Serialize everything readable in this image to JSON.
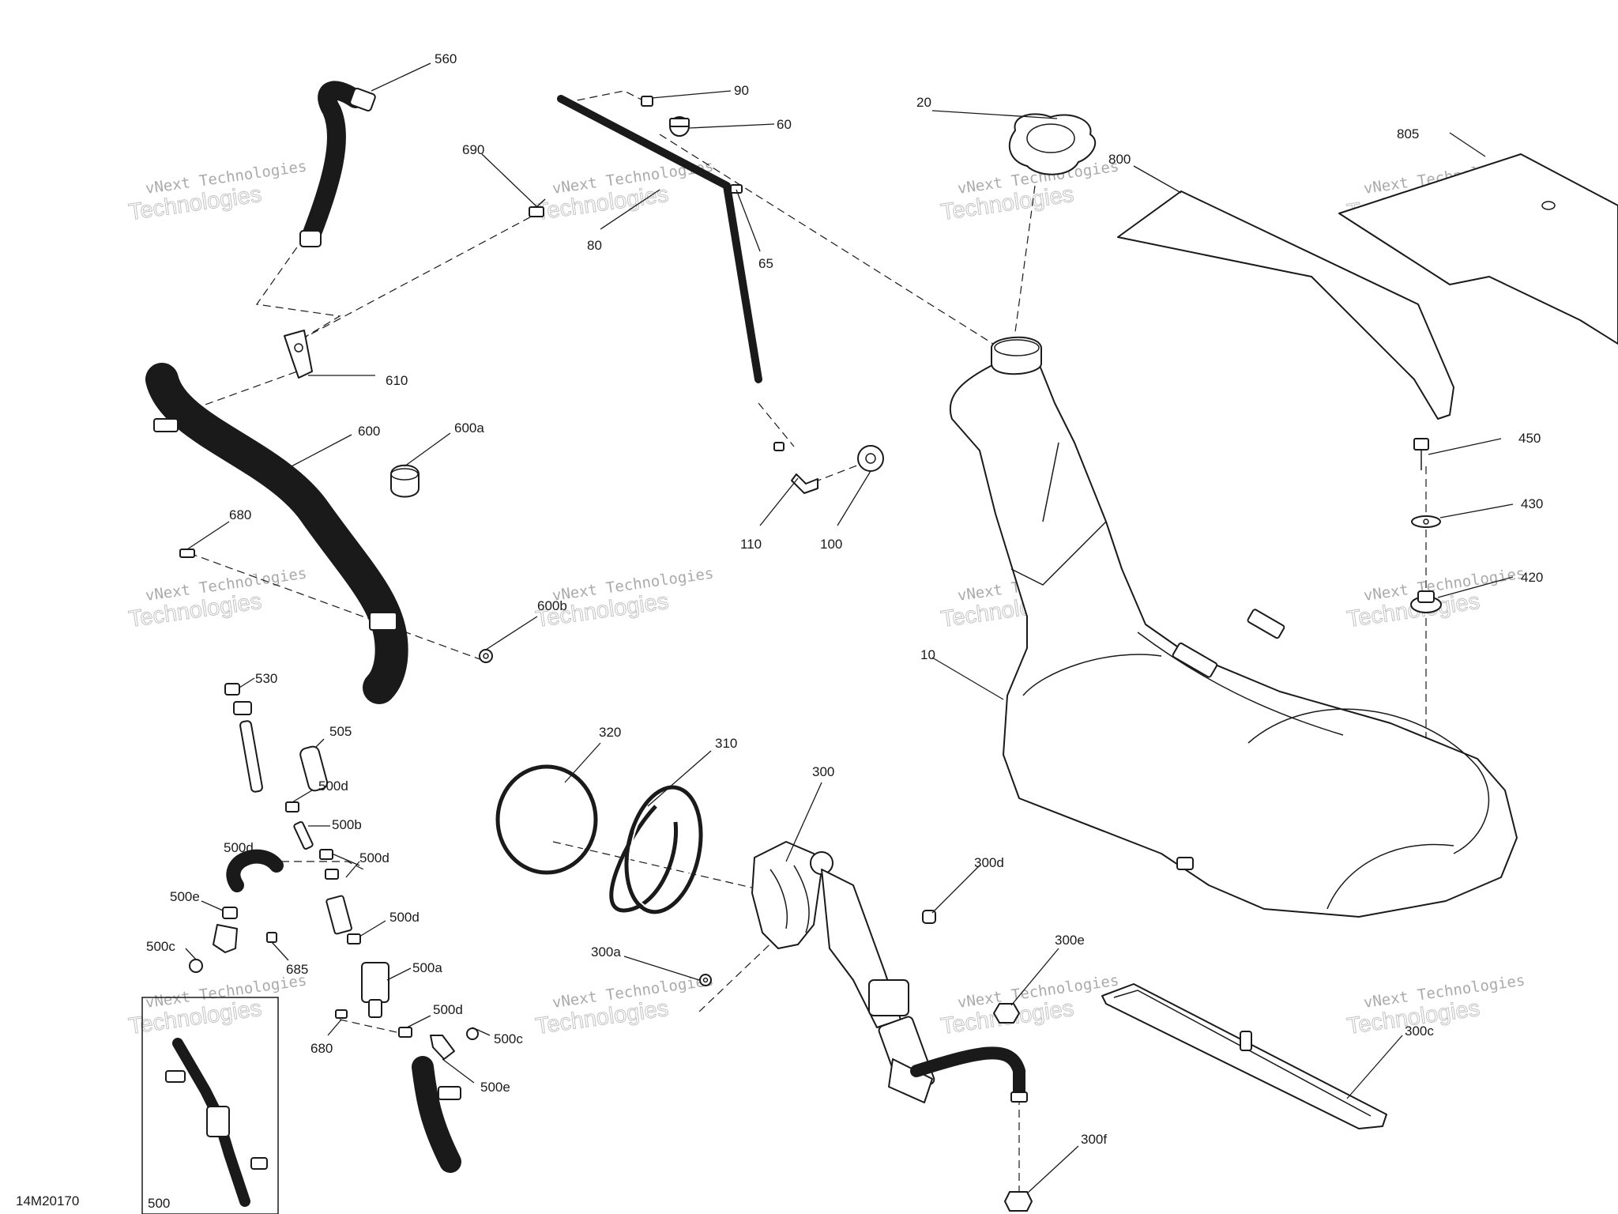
{
  "diagram": {
    "reference": "14M20170",
    "inset_label": "500",
    "watermark": {
      "line1": "vNext Technologies",
      "line2": "Technologies",
      "overlay": "vNext"
    },
    "callouts": [
      {
        "id": "560",
        "text": "560"
      },
      {
        "id": "90",
        "text": "90"
      },
      {
        "id": "60",
        "text": "60"
      },
      {
        "id": "20",
        "text": "20"
      },
      {
        "id": "805",
        "text": "805"
      },
      {
        "id": "800",
        "text": "800"
      },
      {
        "id": "690",
        "text": "690"
      },
      {
        "id": "80",
        "text": "80"
      },
      {
        "id": "65",
        "text": "65"
      },
      {
        "id": "610",
        "text": "610"
      },
      {
        "id": "600",
        "text": "600"
      },
      {
        "id": "600a",
        "text": "600a"
      },
      {
        "id": "680-top",
        "text": "680"
      },
      {
        "id": "110",
        "text": "110"
      },
      {
        "id": "100",
        "text": "100"
      },
      {
        "id": "450",
        "text": "450"
      },
      {
        "id": "430",
        "text": "430"
      },
      {
        "id": "420",
        "text": "420"
      },
      {
        "id": "600b",
        "text": "600b"
      },
      {
        "id": "10",
        "text": "10"
      },
      {
        "id": "530",
        "text": "530"
      },
      {
        "id": "505",
        "text": "505"
      },
      {
        "id": "500d-1",
        "text": "500d"
      },
      {
        "id": "500b",
        "text": "500b"
      },
      {
        "id": "500d-2",
        "text": "500d"
      },
      {
        "id": "500d-3",
        "text": "500d"
      },
      {
        "id": "500e-1",
        "text": "500e"
      },
      {
        "id": "500d-4",
        "text": "500d"
      },
      {
        "id": "500c-1",
        "text": "500c"
      },
      {
        "id": "685",
        "text": "685"
      },
      {
        "id": "500a",
        "text": "500a"
      },
      {
        "id": "500d-5",
        "text": "500d"
      },
      {
        "id": "680-bottom",
        "text": "680"
      },
      {
        "id": "500c-2",
        "text": "500c"
      },
      {
        "id": "500e-2",
        "text": "500e"
      },
      {
        "id": "320",
        "text": "320"
      },
      {
        "id": "310",
        "text": "310"
      },
      {
        "id": "300",
        "text": "300"
      },
      {
        "id": "300d",
        "text": "300d"
      },
      {
        "id": "300a",
        "text": "300a"
      },
      {
        "id": "300e",
        "text": "300e"
      },
      {
        "id": "300c",
        "text": "300c"
      },
      {
        "id": "300f",
        "text": "300f"
      }
    ]
  }
}
